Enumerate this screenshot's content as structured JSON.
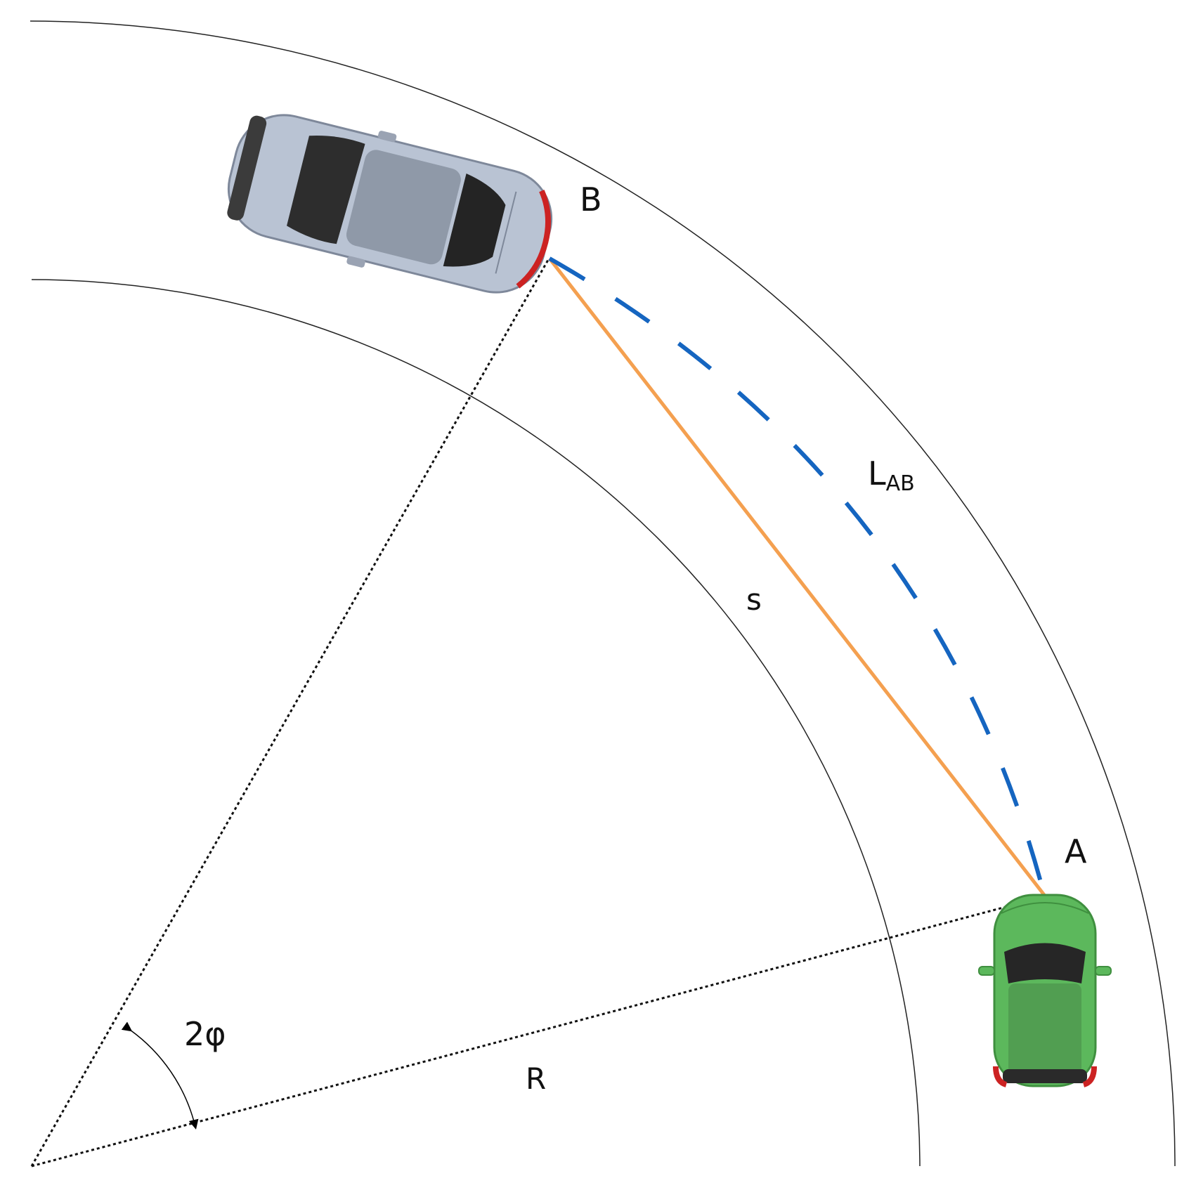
{
  "labels": {
    "point_a": "A",
    "point_b": "B",
    "arc_main": "L",
    "arc_sub": "AB",
    "chord": "s",
    "radius": "R",
    "angle": "2φ"
  },
  "colors": {
    "road_edge": "#222222",
    "arc_path": "#1565c0",
    "chord": "#f4a050",
    "radius_line": "#111111",
    "car_b_body": "#b9c3d3",
    "car_a_body": "#5cb85c"
  },
  "icons": {
    "car_b": "car-top-view-icon",
    "car_a": "car-top-view-icon",
    "angle_arrow": "double-arrow-arc-icon"
  }
}
